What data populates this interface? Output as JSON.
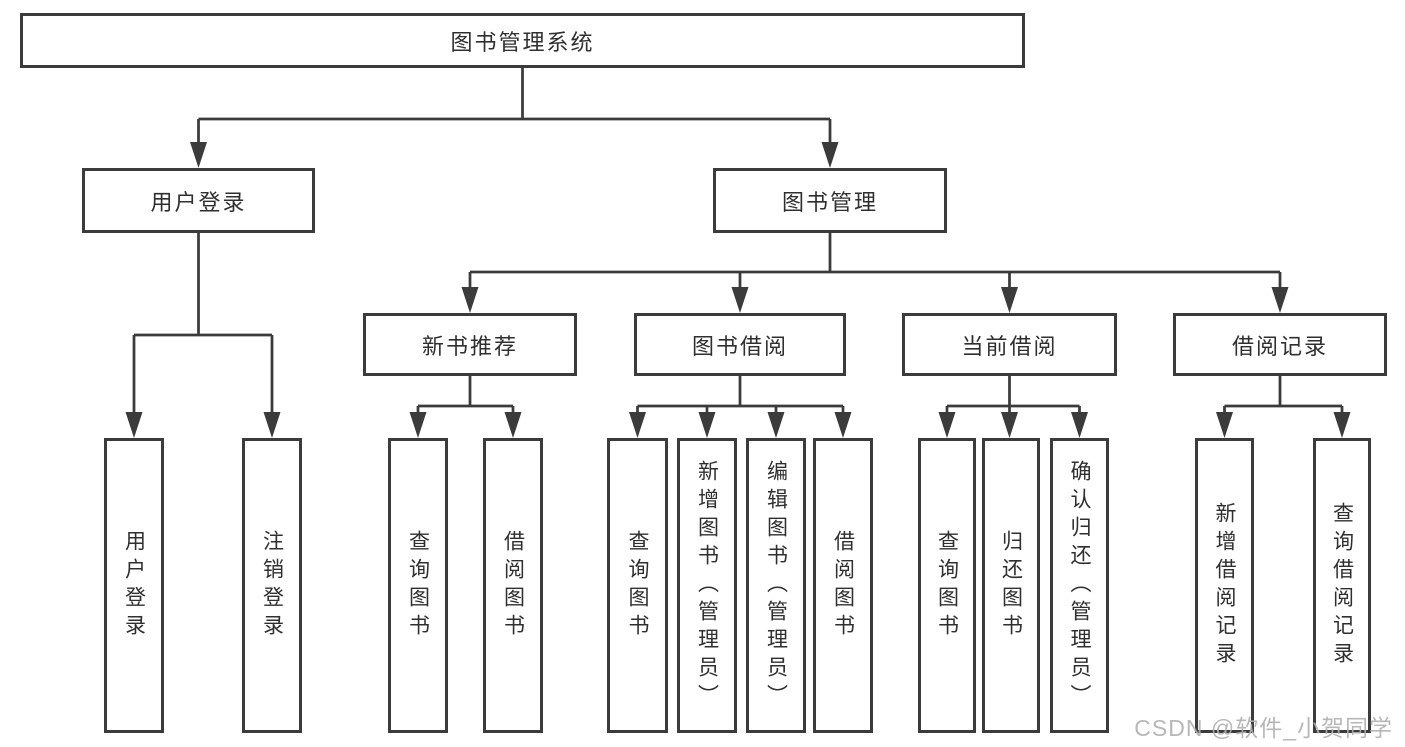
{
  "tree": {
    "label": "图书管理系统",
    "children": [
      {
        "label": "用户登录",
        "children": [
          {
            "label": "用户登录"
          },
          {
            "label": "注销登录"
          }
        ]
      },
      {
        "label": "图书管理",
        "children": [
          {
            "label": "新书推荐",
            "children": [
              {
                "label": "查询图书"
              },
              {
                "label": "借阅图书"
              }
            ]
          },
          {
            "label": "图书借阅",
            "children": [
              {
                "label": "查询图书"
              },
              {
                "label": "新增图书（管理员）"
              },
              {
                "label": "编辑图书（管理员）"
              },
              {
                "label": "借阅图书"
              }
            ]
          },
          {
            "label": "当前借阅",
            "children": [
              {
                "label": "查询图书"
              },
              {
                "label": "归还图书"
              },
              {
                "label": "确认归还（管理员）"
              }
            ]
          },
          {
            "label": "借阅记录",
            "children": [
              {
                "label": "新增借阅记录"
              },
              {
                "label": "查询借阅记录"
              }
            ]
          }
        ]
      }
    ]
  },
  "watermark": {
    "text": "CSDN @软件_小贺同学"
  },
  "colors": {
    "line": "#3b3b3b",
    "text": "#2f2f2f",
    "background": "#ffffff",
    "watermark": "#b0b0b0"
  }
}
